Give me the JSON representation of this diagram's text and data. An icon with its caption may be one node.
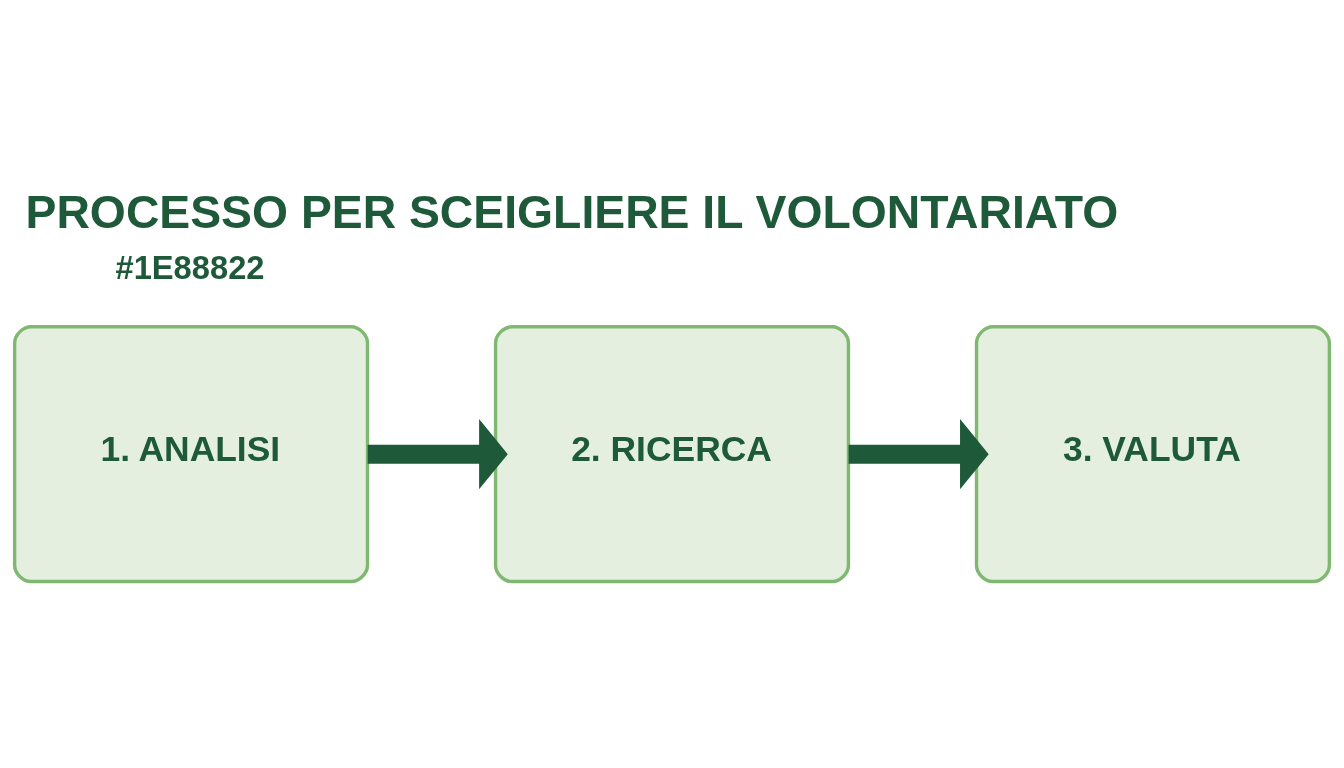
{
  "diagram": {
    "title": "PROCESSO PER SCEIGLIERE IL VOLONTARIATO",
    "nodes": [
      {
        "text": [
          "1. ANALISI"
        ]
      },
      {
        "text": [
          "2. RICERCA"
        ]
      },
      {
        "text": [
          "3. VALUTA"
        ]
      }
    ],
    "edges": [
      {
        "from": 0,
        "to": 1,
        "arrow": "to"
      },
      {
        "from": 1,
        "to": 2,
        "arrow": "to"
      }
    ],
    "labels": [
      "#1E88822"
    ]
  }
}
